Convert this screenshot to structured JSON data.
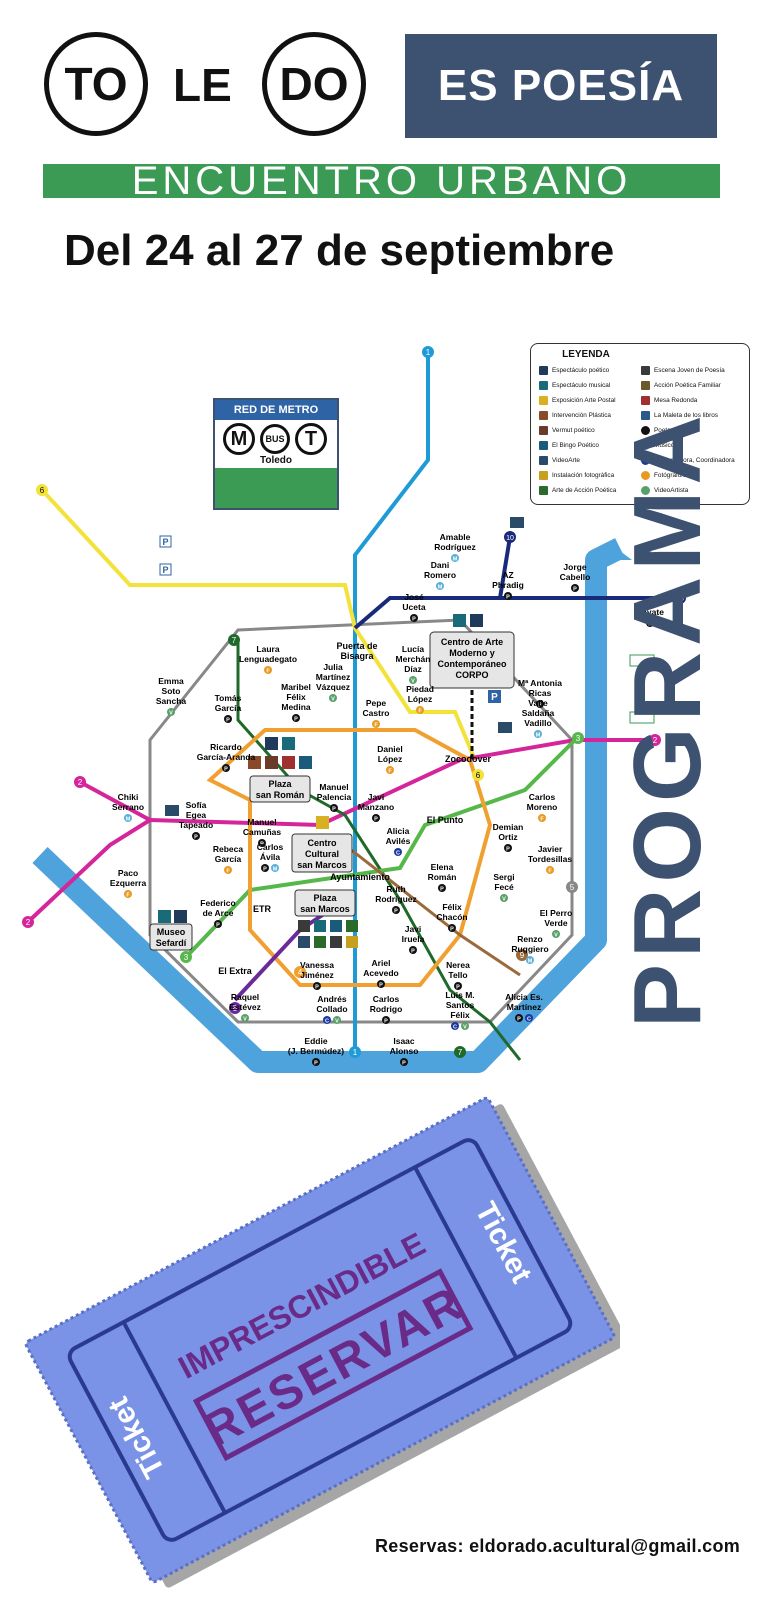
{
  "header": {
    "to": "TO",
    "le": "LE",
    "do": "DO",
    "es_poesia": "ES POESÍA",
    "encuentro": "ENCUENTRO URBANO",
    "dates": "Del 24 al 27 de septiembre"
  },
  "metro_sign": {
    "title": "RED DE METRO",
    "m": "M",
    "bus": "BUS",
    "t": "T",
    "city": "Toledo"
  },
  "legend": {
    "title": "LEYENDA",
    "items": [
      {
        "label": "Espectáculo poético",
        "color": "#1f3a5a"
      },
      {
        "label": "Espectáculo musical",
        "color": "#1a6a7a"
      },
      {
        "label": "Exposición Arte Postal",
        "color": "#d9b020"
      },
      {
        "label": "Intervención Plástica",
        "color": "#8a4a2a"
      },
      {
        "label": "Vermut poético",
        "color": "#6a3a2a"
      },
      {
        "label": "El Bingo Poético",
        "color": "#1a5a7a"
      },
      {
        "label": "VideoArte",
        "color": "#2a4a6a"
      },
      {
        "label": "Instalación fotográfica",
        "color": "#c8a020"
      },
      {
        "label": "Arte de Acción Poética",
        "color": "#2a6a2a"
      },
      {
        "label": "Escena Joven de Poesía",
        "color": "#3a3a3a"
      },
      {
        "label": "Acción Poética Familiar",
        "color": "#6a5a2a"
      },
      {
        "label": "Mesa Redonda",
        "color": "#a03030"
      },
      {
        "label": "La Maleta de los libros",
        "color": "#2a5a8a"
      },
      {
        "label": "Poeta",
        "color": "#111111"
      },
      {
        "label": "Músico",
        "color": "#5ab0d8"
      },
      {
        "label": "Presentadora, Coordinadora",
        "color": "#1a3aa0"
      },
      {
        "label": "Fotógrafo/a",
        "color": "#e89a20"
      },
      {
        "label": "VideoArtista",
        "color": "#5aa06a"
      }
    ]
  },
  "map": {
    "venues": {
      "centro_arte": [
        "Centro de Arte",
        "Moderno y",
        "Contemporáneo",
        "CORPO"
      ],
      "plaza_roman": [
        "Plaza",
        "san Román"
      ],
      "centro_cultural": [
        "Centro",
        "Cultural",
        "san Marcos"
      ],
      "plaza_marcos": [
        "Plaza",
        "san Marcos"
      ],
      "museo_sefardi": [
        "Museo",
        "Sefardí"
      ]
    },
    "stations": {
      "puerta_bisagra": [
        "Puerta de",
        "Bisagra"
      ],
      "zocodover": "Zocodover",
      "ayuntamiento": "Ayuntamiento",
      "el_punto": "El Punto",
      "el_extra": "El Extra",
      "etr": "ETR"
    },
    "line_numbers": [
      "1",
      "2",
      "3",
      "4",
      "5",
      "6",
      "7",
      "8",
      "9",
      "10"
    ],
    "people": [
      {
        "name": [
          "Amable",
          "Rodríguez"
        ],
        "role": "M"
      },
      {
        "name": [
          "Dani",
          "Romero"
        ],
        "role": "M"
      },
      {
        "name": [
          "AZ",
          "Phradig"
        ],
        "role": "P"
      },
      {
        "name": [
          "Jorge",
          "Cabello"
        ],
        "role": "P"
      },
      {
        "name": [
          "Hayate"
        ],
        "role": "P"
      },
      {
        "name": [
          "José",
          "Uceta"
        ],
        "role": "P"
      },
      {
        "name": [
          "Laura",
          "Lenguadegato"
        ],
        "role": "F"
      },
      {
        "name": [
          "Julia",
          "Martínez",
          "Vázquez"
        ],
        "role": "V"
      },
      {
        "name": [
          "Lucía",
          "Merchán",
          "Díaz"
        ],
        "role": "V"
      },
      {
        "name": [
          "Emma",
          "Soto",
          "Sancha"
        ],
        "role": "V"
      },
      {
        "name": [
          "Tomás",
          "García"
        ],
        "role": "P"
      },
      {
        "name": [
          "Maribel",
          "Félix",
          "Medina"
        ],
        "role": "P"
      },
      {
        "name": [
          "Pepe",
          "Castro"
        ],
        "role": "F"
      },
      {
        "name": [
          "Piedad",
          "López"
        ],
        "role": "F"
      },
      {
        "name": [
          "Mª Antonia",
          "Ricas"
        ],
        "role": "P"
      },
      {
        "name": [
          "Valle",
          "Saldaña",
          "Vadillo"
        ],
        "role": "M"
      },
      {
        "name": [
          "Ricardo",
          "García-Aranda"
        ],
        "role": "P"
      },
      {
        "name": [
          "Daniel",
          "López"
        ],
        "role": "F"
      },
      {
        "name": [
          "Chiki",
          "Serrano"
        ],
        "role": "M"
      },
      {
        "name": [
          "Manuel",
          "Palencia"
        ],
        "role": "P"
      },
      {
        "name": [
          "Sofía",
          "Egea",
          "Tapeado"
        ],
        "role": "P"
      },
      {
        "name": [
          "Javi",
          "Manzano"
        ],
        "role": "P"
      },
      {
        "name": [
          "Carlos",
          "Moreno"
        ],
        "role": "F"
      },
      {
        "name": [
          "Manuel",
          "Camuñas"
        ],
        "role": "P"
      },
      {
        "name": [
          "Alicia",
          "Avilés"
        ],
        "role": "C"
      },
      {
        "name": [
          "Demian",
          "Ortiz"
        ],
        "role": "P"
      },
      {
        "name": [
          "Rebeca",
          "García"
        ],
        "role": "F"
      },
      {
        "name": [
          "Carlos",
          "Ávila"
        ],
        "role": "PM"
      },
      {
        "name": [
          "Javier",
          "Tordesillas"
        ],
        "role": "F"
      },
      {
        "name": [
          "Paco",
          "Ezquerra"
        ],
        "role": "F"
      },
      {
        "name": [
          "Elena",
          "Román"
        ],
        "role": "P"
      },
      {
        "name": [
          "Sergi",
          "Fecé"
        ],
        "role": "V"
      },
      {
        "name": [
          "Ruth",
          "Rodríguez"
        ],
        "role": "P"
      },
      {
        "name": [
          "Félix",
          "Chacón"
        ],
        "role": "P"
      },
      {
        "name": [
          "Federico",
          "de Arce"
        ],
        "role": "P"
      },
      {
        "name": [
          "El Perro",
          "Verde"
        ],
        "role": "V"
      },
      {
        "name": [
          "Javi",
          "Iruela"
        ],
        "role": "P"
      },
      {
        "name": [
          "Renzo",
          "Ruggiero"
        ],
        "role": "M"
      },
      {
        "name": [
          "Vanessa",
          "Jiménez"
        ],
        "role": "P"
      },
      {
        "name": [
          "Ariel",
          "Acevedo"
        ],
        "role": "P"
      },
      {
        "name": [
          "Nerea",
          "Tello"
        ],
        "role": "P"
      },
      {
        "name": [
          "Raquel",
          "Estévez"
        ],
        "role": "V"
      },
      {
        "name": [
          "Andrés",
          "Collado"
        ],
        "role": "CV"
      },
      {
        "name": [
          "Carlos",
          "Rodrigo"
        ],
        "role": "P"
      },
      {
        "name": [
          "Luis M.",
          "Santos",
          "Félix"
        ],
        "role": "CV"
      },
      {
        "name": [
          "Alicia Es.",
          "Martínez"
        ],
        "role": "PC"
      },
      {
        "name": [
          "Eddie",
          "(J. Bermúdez)"
        ],
        "role": "P"
      },
      {
        "name": [
          "Isaac",
          "Alonso"
        ],
        "role": "P"
      }
    ]
  },
  "ticket": {
    "impresc": "IMPRESCINDIBLE",
    "reservar": "RESERVAR",
    "ticket_left": "Ticket",
    "ticket_right": "Ticket"
  },
  "programa": "PROGRAMA",
  "reservas": "Reservas: eldorado.acultural@gmail.com",
  "colors": {
    "navy": "#3d5170",
    "green": "#3b9a54",
    "river": "#4fa3dc",
    "ticket": "#7a93e6"
  }
}
